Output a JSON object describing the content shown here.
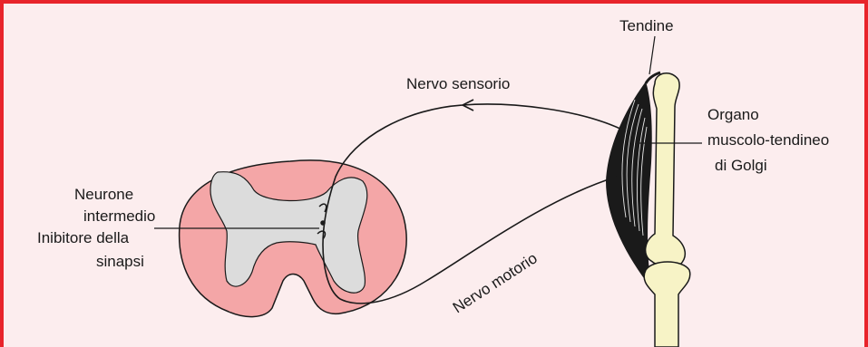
{
  "colors": {
    "frame_border": "#e8242b",
    "background": "#fcedee",
    "cord_white_matter": "#f4a6a7",
    "cord_gray_matter": "#dcdcdc",
    "bone": "#f7f3c6",
    "line": "#1a1a1a"
  },
  "labels": {
    "tendon": "Tendine",
    "sensory_nerve": "Nervo sensorio",
    "golgi_line1": "Organo",
    "golgi_line2": "muscolo-tendineo",
    "golgi_line3": "di Golgi",
    "interneuron_line1": "Neurone",
    "interneuron_line2": "intermedio",
    "interneuron_line3": "Inibitore della",
    "interneuron_line4": "sinapsi",
    "motor_nerve": "Nervo motorio"
  }
}
